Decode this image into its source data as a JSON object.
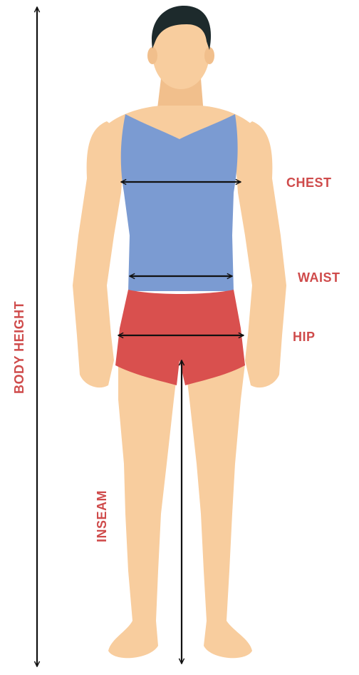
{
  "labels": {
    "chest": "CHEST",
    "waist": "WAIST",
    "hip": "HIP",
    "body_height": "BODY HEIGHT",
    "inseam": "INSEAM"
  },
  "colors": {
    "label": "#cf4b4b",
    "skin": "#f8cd9e",
    "skin_shade": "#eeb986",
    "shirt": "#7b9bd2",
    "shorts": "#d9504e",
    "hair": "#1d2a2c",
    "arrow": "#111111"
  },
  "icons": {
    "figure": "human-body-figure",
    "arrows": "double-headed-arrow"
  }
}
